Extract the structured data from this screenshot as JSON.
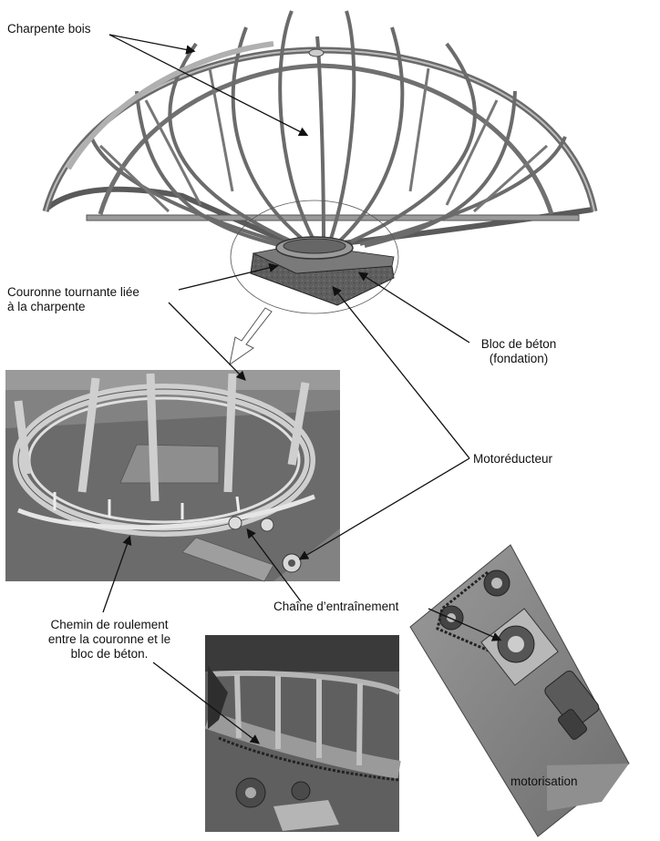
{
  "labels": {
    "charpente": "Charpente bois",
    "couronne": [
      "Couronne tournante liée",
      "à la charpente"
    ],
    "bloc": [
      "Bloc de béton",
      "(fondation)"
    ],
    "motoreducteur": "Motoréducteur",
    "chaine": "Chaîne d’entraînement",
    "chemin": [
      "Chemin de roulement",
      "entre la couronne et le",
      "bloc de béton."
    ],
    "motorisation": "motorisation"
  },
  "colors": {
    "wood_frame": "#6a6a6a",
    "wood_highlight": "#a8a8a8",
    "concrete": "#5c5c5c",
    "photo_bg": "#8a8a8a",
    "ink": "#111111"
  }
}
